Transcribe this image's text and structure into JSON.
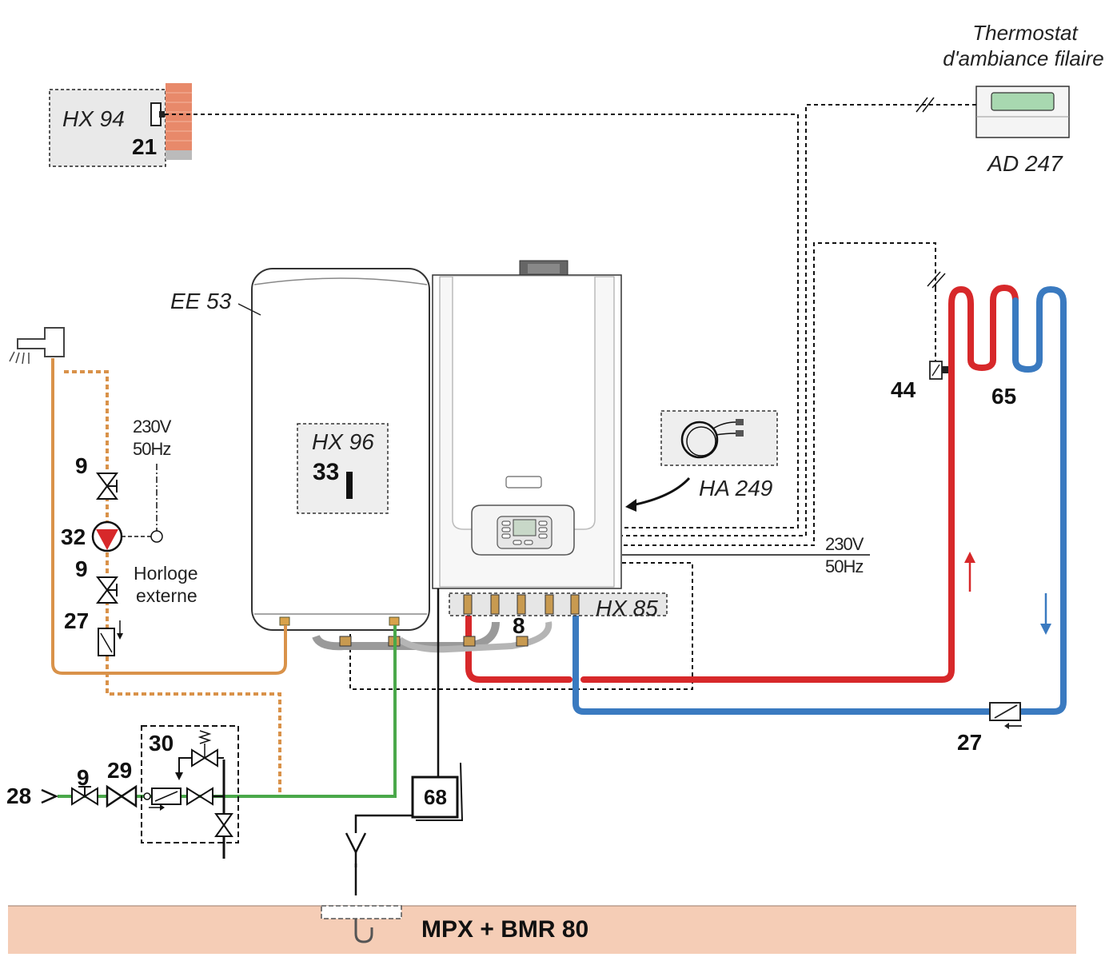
{
  "labels": {
    "thermostat_line1": "Thermostat",
    "thermostat_line2": "d'ambiance filaire",
    "ad247": "AD 247",
    "hx94": "HX 94",
    "n21": "21",
    "ee53": "EE 53",
    "hx96": "HX 96",
    "n33": "33",
    "ha249": "HA 249",
    "hx85": "HX 85",
    "n8": "8",
    "n44": "44",
    "n65": "65",
    "n27_right": "27",
    "v230_right": "230V",
    "hz50_right": "50Hz",
    "v230_left": "230V",
    "hz50_left": "50Hz",
    "n9_top": "9",
    "n32": "32",
    "n9_mid": "9",
    "n27_left": "27",
    "horloge_line1": "Horloge",
    "horloge_line2": "externe",
    "n30": "30",
    "n29": "29",
    "n9_bottom": "9",
    "n28": "28",
    "n68": "68",
    "mpx": "MPX + BMR 80"
  },
  "colors": {
    "hot_red": "#d7282a",
    "cold_blue": "#3a7ac0",
    "dhw_orange": "#d9924a",
    "supply_green": "#4aa84a",
    "brick": "#e8896a",
    "floor": "#f5cdb6"
  }
}
